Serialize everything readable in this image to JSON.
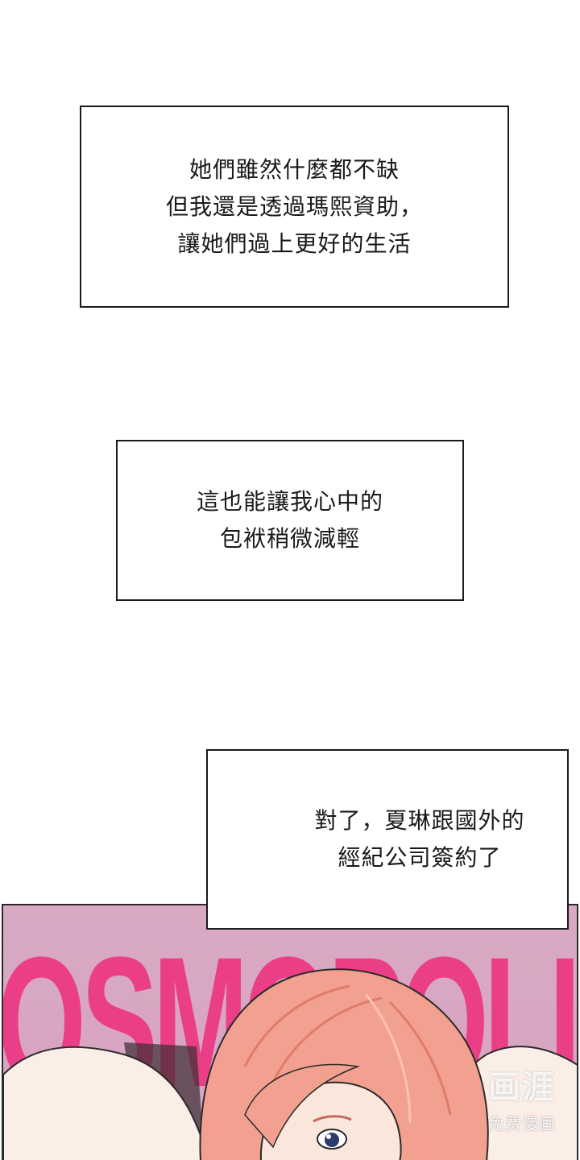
{
  "captions": [
    {
      "lines": [
        "她們雖然什麼都不缺",
        "但我還是透過瑪熙資助，",
        "讓她們過上更好的生活"
      ]
    },
    {
      "lines": [
        "這也能讓我心中的",
        "包袱稍微減輕"
      ]
    },
    {
      "lines": [
        "對了，夏琳跟國外的",
        "經紀公司簽約了"
      ]
    }
  ],
  "panel": {
    "magazine_title": "OSMOPOLIT",
    "background_color": "#d9a9c4",
    "title_color": "#ea3f86",
    "hair_color": "#f2a08f"
  },
  "watermark": {
    "logo": "画涯",
    "subtitle": "免费漫画"
  }
}
